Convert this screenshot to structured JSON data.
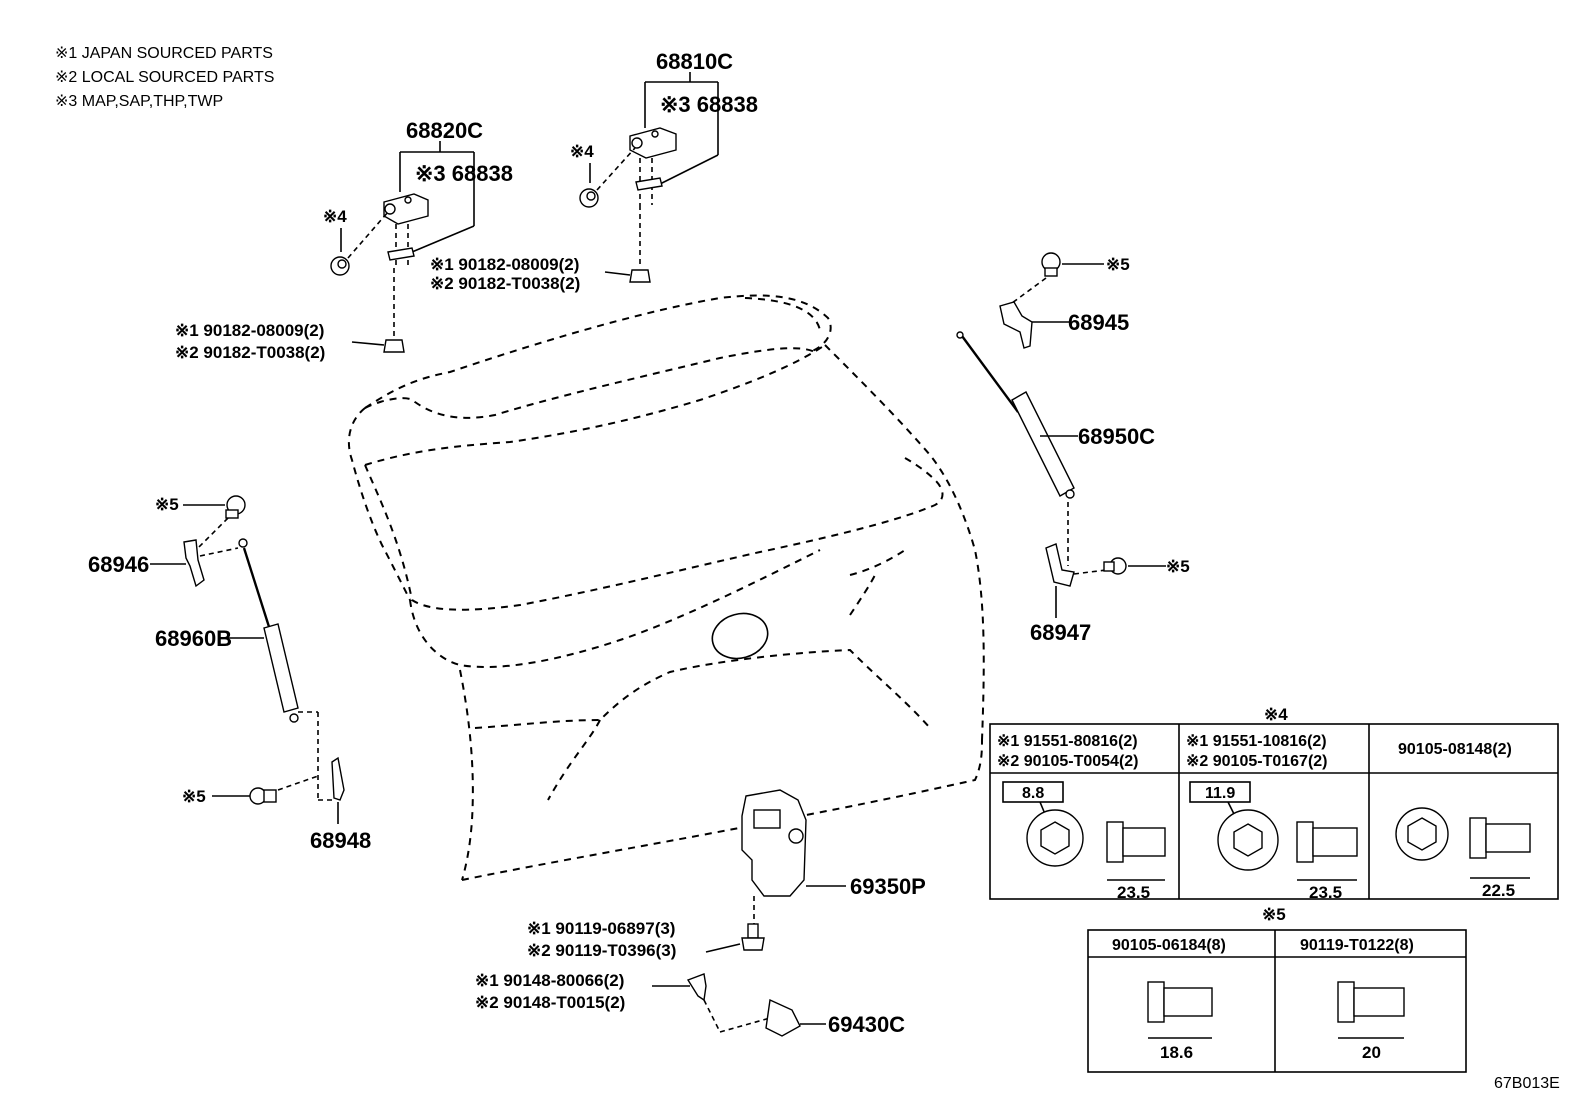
{
  "notes": [
    "※1 JAPAN SOURCED PARTS",
    "※2 LOCAL SOURCED PARTS",
    "※3 MAP,SAP,THP,TWP"
  ],
  "callouts": {
    "p68810C": "68810C",
    "p68820C": "68820C",
    "p68838_right": "※3 68838",
    "p68838_left": "※3 68838",
    "mark4_right": "※4",
    "mark4_left": "※4",
    "nut_right_1": "※1 90182-08009(2)",
    "nut_right_2": "※2 90182-T0038(2)",
    "nut_left_1": "※1 90182-08009(2)",
    "nut_left_2": "※2 90182-T0038(2)",
    "mark5_top_right": "※5",
    "p68945": "68945",
    "p68950C": "68950C",
    "mark5_mid_right": "※5",
    "p68947": "68947",
    "mark5_left_top": "※5",
    "p68946": "68946",
    "p68960B": "68960B",
    "mark5_left_bottom": "※5",
    "p68948": "68948",
    "p69350P": "69350P",
    "bolt_lock_1": "※1 90119-06897(3)",
    "bolt_lock_2": "※2 90119-T0396(3)",
    "screw_1": "※1 90148-80066(2)",
    "screw_2": "※2 90148-T0015(2)",
    "p69430C": "69430C",
    "drawing_code": "67B013E"
  },
  "table4": {
    "title": "※4",
    "cols": [
      {
        "line1": "※1 91551-80816(2)",
        "line2": "※2 90105-T0054(2)",
        "size": "8.8",
        "length": "23.5"
      },
      {
        "line1": "※1 91551-10816(2)",
        "line2": "※2 90105-T0167(2)",
        "size": "11.9",
        "length": "23.5"
      },
      {
        "line1": "90105-08148(2)",
        "line2": "",
        "size": "",
        "length": "22.5"
      }
    ]
  },
  "table5": {
    "title": "※5",
    "cols": [
      {
        "label": "90105-06184(8)",
        "length": "18.6"
      },
      {
        "label": "90119-T0122(8)",
        "length": "20"
      }
    ]
  }
}
